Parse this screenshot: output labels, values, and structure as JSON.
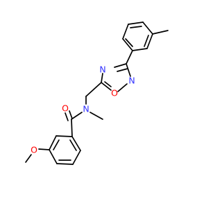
{
  "structure": {
    "atoms": {
      "ring_o": "O",
      "ring_n_top": "N",
      "ring_n_right": "N",
      "amide_n": "N",
      "carbonyl_o": "O",
      "methoxy_o": "O"
    },
    "colors": {
      "bond": "#000000",
      "nitrogen": "#3333ff",
      "oxygen": "#ff0000",
      "background": "#ffffff"
    }
  }
}
